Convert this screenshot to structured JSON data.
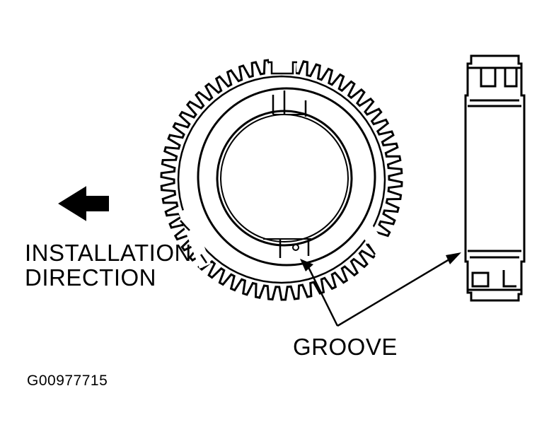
{
  "labels": {
    "direction_line1": "INSTALLATION",
    "direction_line2": "DIRECTION",
    "groove": "GROOVE",
    "figure_id": "G00977715"
  }
}
